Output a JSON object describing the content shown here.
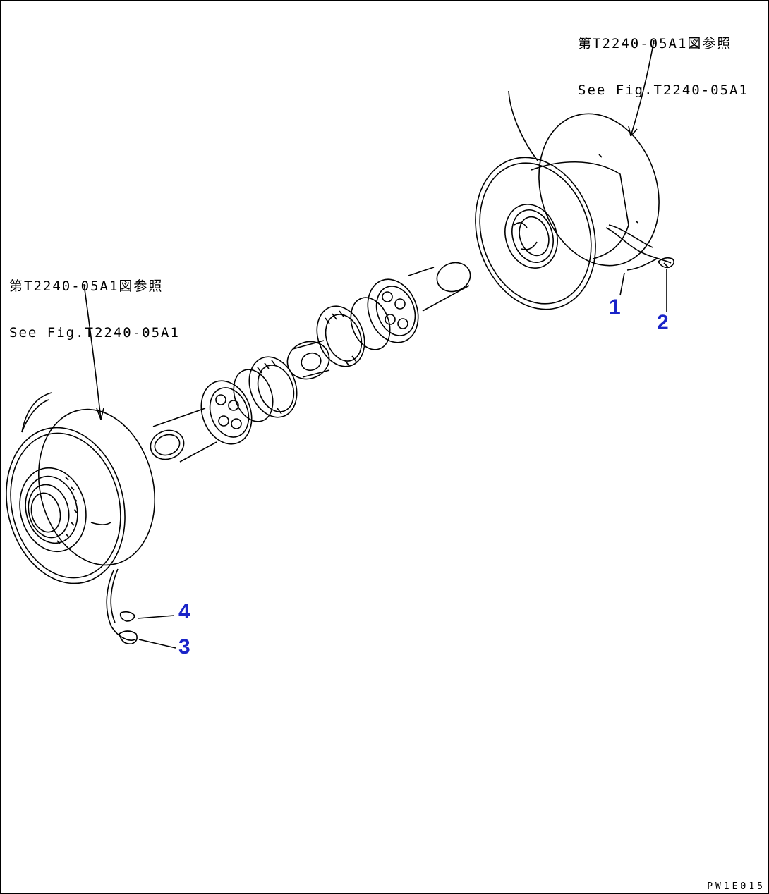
{
  "references": {
    "top_right": {
      "line1": "第T2240-05A1図参照",
      "line2": "See Fig.T2240-05A1"
    },
    "left": {
      "line1": "第T2240-05A1図参照",
      "line2": "See Fig.T2240-05A1"
    }
  },
  "callouts": {
    "c1": "1",
    "c2": "2",
    "c3": "3",
    "c4": "4"
  },
  "drawing_code": "PW1E015",
  "colors": {
    "callout": "#1a24c8",
    "line": "#000000"
  }
}
